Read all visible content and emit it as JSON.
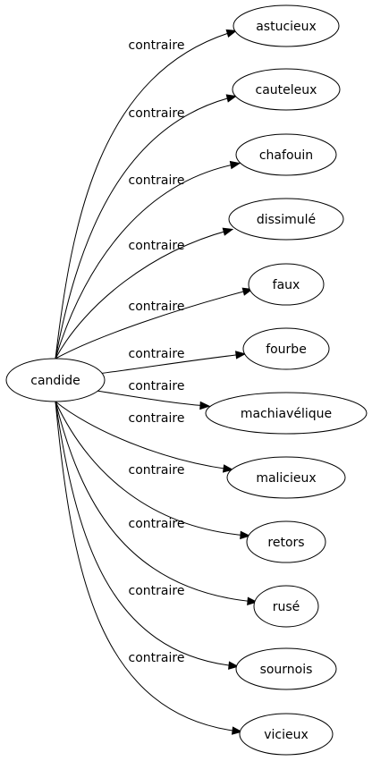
{
  "graph": {
    "source": {
      "label": "candide"
    },
    "relation_label": "contraire",
    "targets": [
      {
        "label": "astucieux"
      },
      {
        "label": "cauteleux"
      },
      {
        "label": "chafouin"
      },
      {
        "label": "dissimulé"
      },
      {
        "label": "faux"
      },
      {
        "label": "fourbe"
      },
      {
        "label": "machiavélique"
      },
      {
        "label": "malicieux"
      },
      {
        "label": "retors"
      },
      {
        "label": "rusé"
      },
      {
        "label": "sournois"
      },
      {
        "label": "vicieux"
      }
    ],
    "edges": [
      {
        "label": "contraire"
      },
      {
        "label": "contraire"
      },
      {
        "label": "contraire"
      },
      {
        "label": "contraire"
      },
      {
        "label": "contraire"
      },
      {
        "label": "contraire"
      },
      {
        "label": "contraire"
      },
      {
        "label": "contraire"
      },
      {
        "label": "contraire"
      },
      {
        "label": "contraire"
      },
      {
        "label": "contraire"
      },
      {
        "label": "contraire"
      }
    ]
  }
}
